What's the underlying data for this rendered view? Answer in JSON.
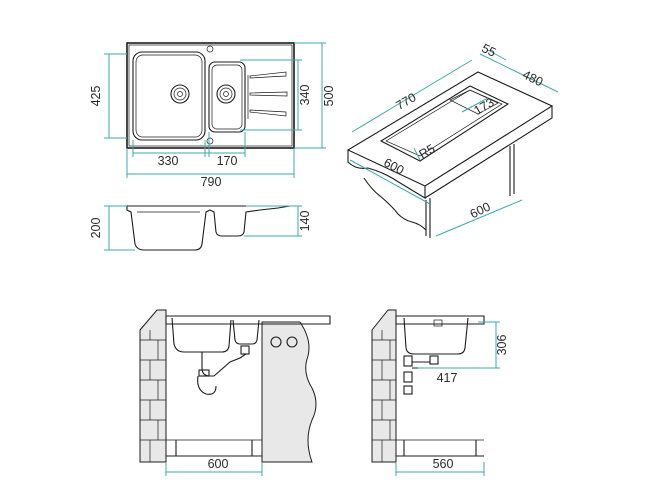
{
  "top_view": {
    "width_total": "790",
    "height_total": "500",
    "bowl_height": "425",
    "small_bowl_height": "340",
    "big_bowl_width": "330",
    "small_bowl_width": "170"
  },
  "side_view": {
    "depth_big": "200",
    "depth_small": "140"
  },
  "iso_view": {
    "length": "770",
    "depth": "480",
    "drainer": "55",
    "radius_inner": "173",
    "radius_corner": "R5",
    "cabinet_front": "600",
    "cabinet_side": "600"
  },
  "front_install": {
    "cabinet_width": "600"
  },
  "side_install": {
    "height": "306",
    "drain_offset": "417",
    "cabinet_depth": "560"
  }
}
